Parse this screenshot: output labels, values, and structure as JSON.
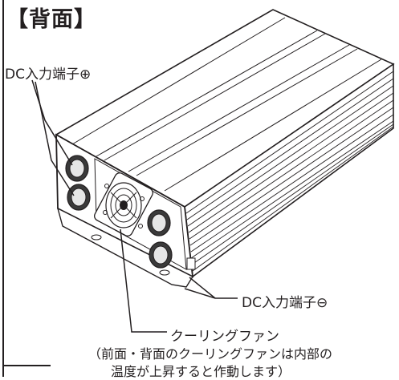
{
  "title": "【背面】",
  "labels": {
    "dc_positive": "DC入力端子⊕",
    "dc_negative": "DC入力端子⊖",
    "fan": "クーリングファン",
    "note_line1": "（前面・背面のクーリングファンは内部の",
    "note_line2": "温度が上昇すると作動します）"
  }
}
